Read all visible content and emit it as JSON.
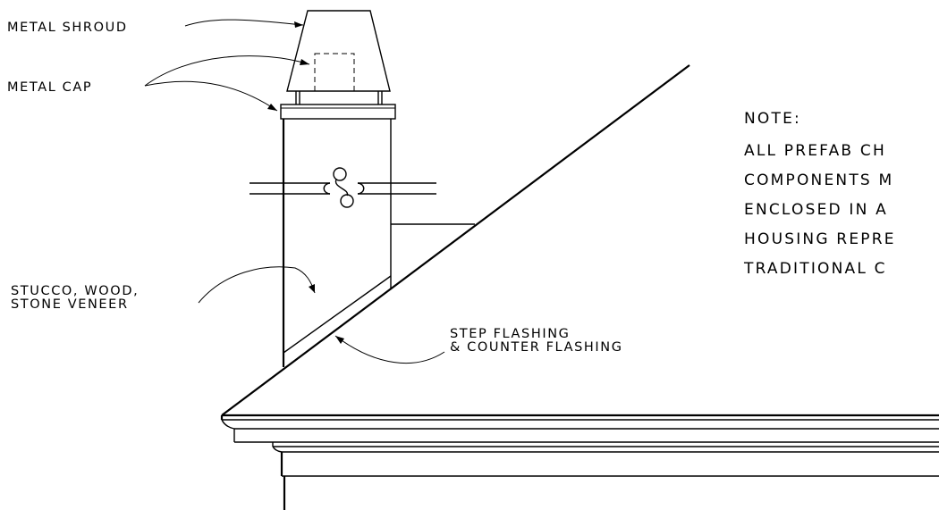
{
  "labels": {
    "metal_shroud": "METAL SHROUD",
    "metal_cap": "METAL CAP",
    "veneer_line1": "STUCCO, WOOD,",
    "veneer_line2": "STONE VENEER",
    "flashing_line1": "STEP FLASHING",
    "flashing_line2": "& COUNTER FLASHING"
  },
  "note": {
    "heading": "NOTE:",
    "lines": [
      "ALL PREFAB CH",
      "COMPONENTS M",
      "ENCLOSED IN A",
      "HOUSING REPRE",
      "TRADITIONAL C"
    ]
  }
}
